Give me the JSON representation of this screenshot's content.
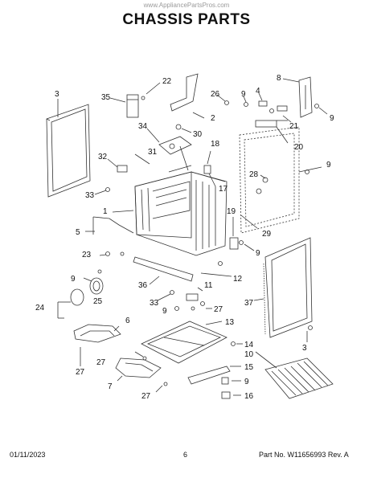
{
  "watermark": "www.AppliancePartsPros.com",
  "title": "CHASSIS PARTS",
  "callouts": {
    "c1": "1",
    "c2": "2",
    "c3a": "3",
    "c3b": "3",
    "c4": "4",
    "c5": "5",
    "c6": "6",
    "c7": "7",
    "c8": "8",
    "c9a": "9",
    "c9b": "9",
    "c9c": "9",
    "c9d": "9",
    "c9e": "9",
    "c9f": "9",
    "c9g": "9",
    "c10": "10",
    "c11": "11",
    "c12": "12",
    "c13": "13",
    "c14": "14",
    "c15": "15",
    "c16": "16",
    "c17": "17",
    "c18": "18",
    "c19": "19",
    "c20": "20",
    "c21": "21",
    "c22": "22",
    "c23": "23",
    "c24": "24",
    "c25": "25",
    "c26": "26",
    "c27a": "27",
    "c27b": "27",
    "c27c": "27",
    "c28": "28",
    "c29": "29",
    "c30": "30",
    "c31": "31",
    "c32": "32",
    "c33a": "33",
    "c33b": "33",
    "c34": "34",
    "c35": "35",
    "c36": "36",
    "c37": "37"
  },
  "footer": {
    "date": "01/11/2023",
    "page": "6",
    "part_no": "Part No. W11656993  Rev. A"
  }
}
